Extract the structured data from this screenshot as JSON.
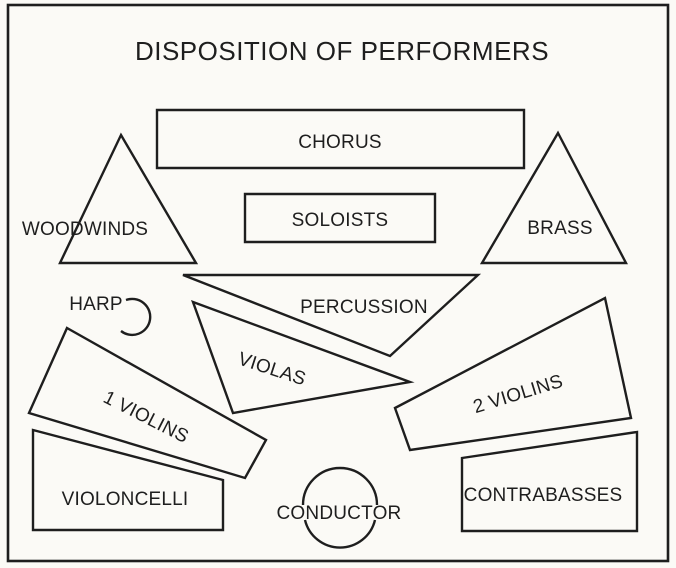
{
  "diagram": {
    "title": "DISPOSITION OF PERFORMERS",
    "sections": {
      "chorus": "CHORUS",
      "soloists": "SOLOISTS",
      "woodwinds": "WOODWINDS",
      "brass": "BRASS",
      "percussion": "PERCUSSION",
      "harp": "HARP",
      "violas": "VIOLAS",
      "first_violins": "1 VIOLINS",
      "second_violins": "2 VIOLINS",
      "violoncelli": "VIOLONCELLI",
      "contrabasses": "CONTRABASSES",
      "conductor": "CONDUCTOR"
    }
  }
}
